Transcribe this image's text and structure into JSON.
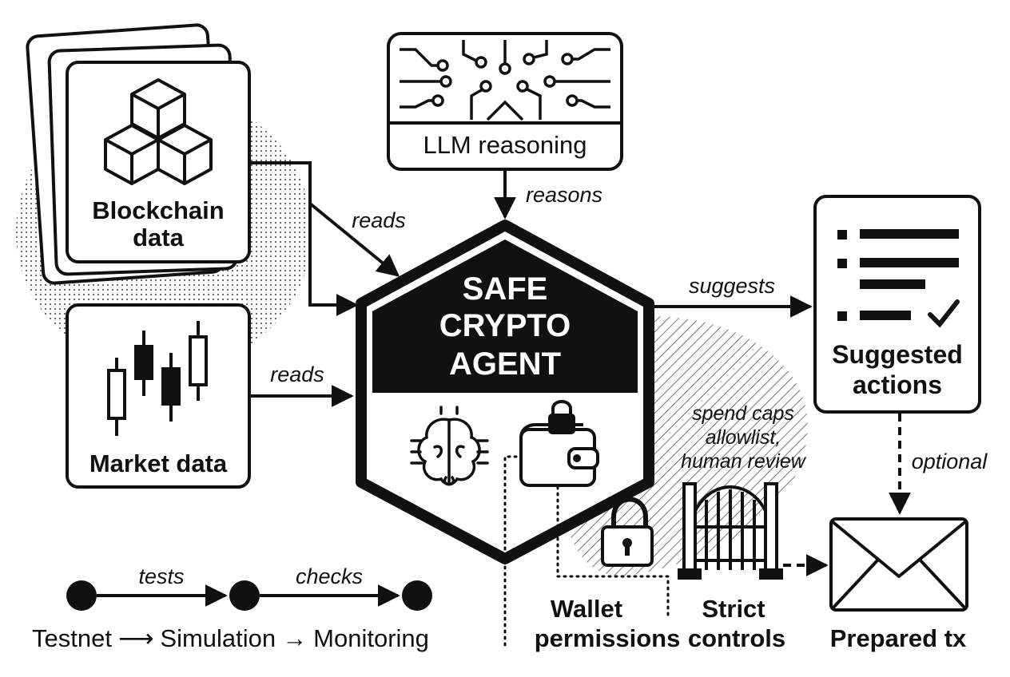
{
  "nodes": {
    "blockchain": {
      "line1": "Blockchain",
      "line2": "data",
      "icon": "cubes-icon"
    },
    "market": {
      "label": "Market data",
      "icon": "candlestick-chart-icon"
    },
    "llm": {
      "label": "LLM reasoning",
      "icon": "circuit-icon"
    },
    "agent": {
      "line1": "SAFE",
      "line2": "CRYPTO",
      "line3": "AGENT",
      "icons": [
        "brain-icon",
        "wallet-icon"
      ]
    },
    "suggested": {
      "line1": "Suggested",
      "line2": "actions",
      "icon": "checklist-icon"
    },
    "prepared": {
      "label": "Prepared tx",
      "icon": "envelope-icon"
    },
    "wallet_perm": {
      "line1": "Wallet",
      "line2": "permissions",
      "icon": "padlock-icon"
    },
    "strict": {
      "line1": "Strict",
      "line2": "controls",
      "icon": "gate-icon"
    }
  },
  "edges": {
    "blockchain_reads": "reads",
    "market_reads": "reads",
    "llm_reasons": "reasons",
    "agent_suggests": "suggests",
    "suggested_optional": "optional",
    "controls_note": [
      "spend caps",
      "allowlist,",
      "human review"
    ]
  },
  "pipeline": {
    "stages": [
      "Testnet",
      "Simulation",
      "Monitoring"
    ],
    "arrows": [
      "⟶",
      "→"
    ],
    "step_labels": [
      "tests",
      "checks"
    ]
  }
}
